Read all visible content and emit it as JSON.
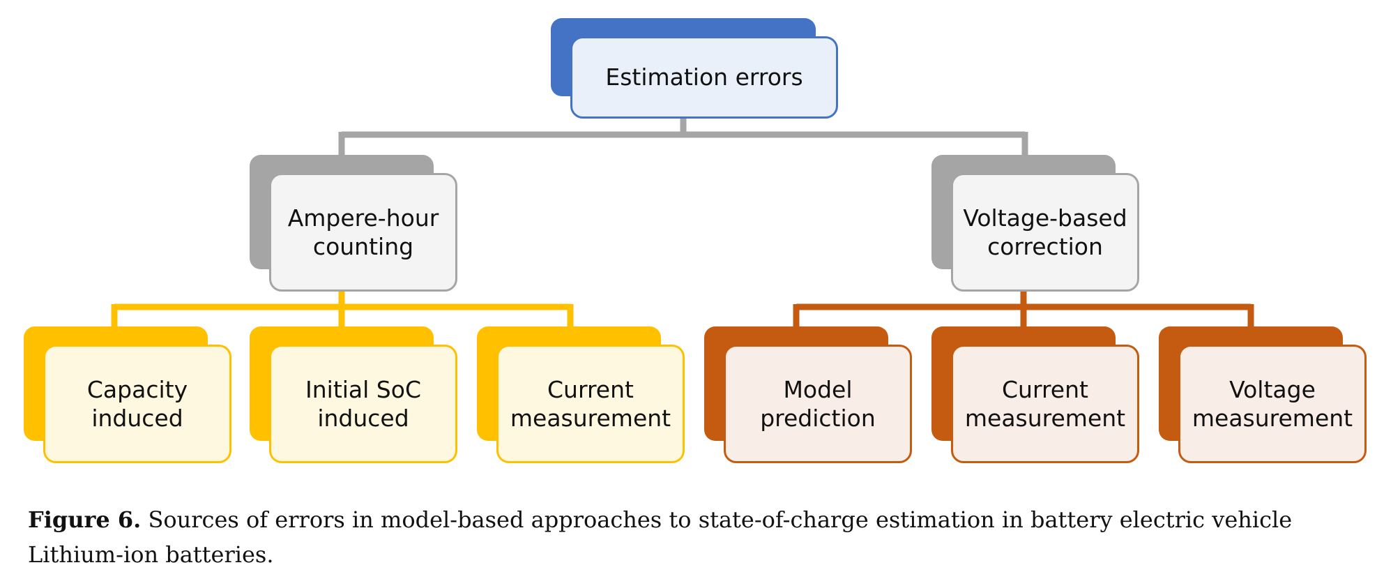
{
  "diagram": {
    "root": {
      "label": "Estimation errors"
    },
    "branches": [
      {
        "label": "Ampere-hour\ncounting",
        "color": "#A5A5A5",
        "children": [
          "Capacity\ninduced",
          "Initial SoC\ninduced",
          "Current\nmeasurement"
        ],
        "child_color": "#FFC000"
      },
      {
        "label": "Voltage-based\ncorrection",
        "color": "#A5A5A5",
        "children": [
          "Model\nprediction",
          "Current\nmeasurement",
          "Voltage\nmeasurement"
        ],
        "child_color": "#C55A11"
      }
    ],
    "colors": {
      "root": "#4472C4",
      "root_fill": "#EAF0F9",
      "branch_fill": "#F4F4F4",
      "yellow_fill": "#FFF8E1",
      "orange_fill": "#F9EDE7"
    }
  },
  "caption": {
    "label": "Figure 6.",
    "text": " Sources of errors in model-based approaches to state-of-charge estimation in battery electric vehicle Lithium-ion batteries."
  }
}
